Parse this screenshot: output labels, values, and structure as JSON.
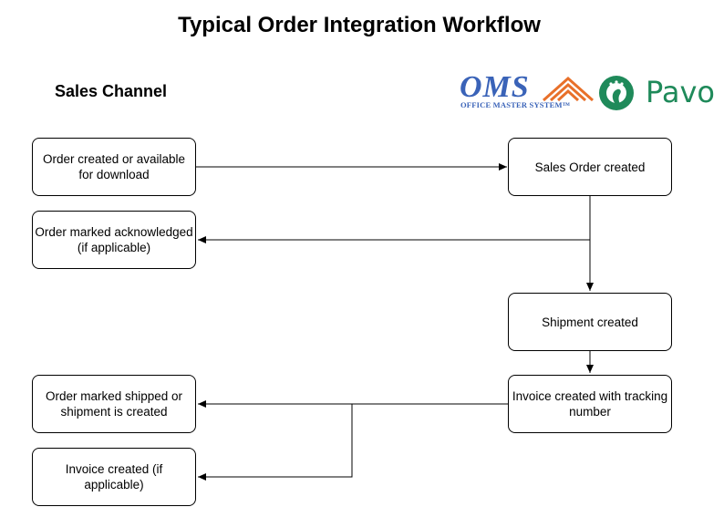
{
  "title": "Typical Order Integration Workflow",
  "lane_label": "Sales Channel",
  "logos": {
    "oms": {
      "word": "OMS",
      "sub": "OFFICE MASTER SYSTEM™",
      "color": "#3a63b8",
      "accent": "#e8702a"
    },
    "pavo": {
      "word": "Pavo",
      "color": "#1f8a5a"
    }
  },
  "nodes": {
    "order_created": "Order created or available for download",
    "sales_order": "Sales Order created",
    "order_ack": "Order marked acknowledged (if applicable)",
    "shipment": "Shipment created",
    "invoice_tracking": "Invoice created with tracking number",
    "order_shipped": "Order marked shipped or shipment is created",
    "invoice_optional": "Invoice created (if applicable)"
  },
  "colors": {
    "stroke": "#000000",
    "fill": "#ffffff"
  }
}
